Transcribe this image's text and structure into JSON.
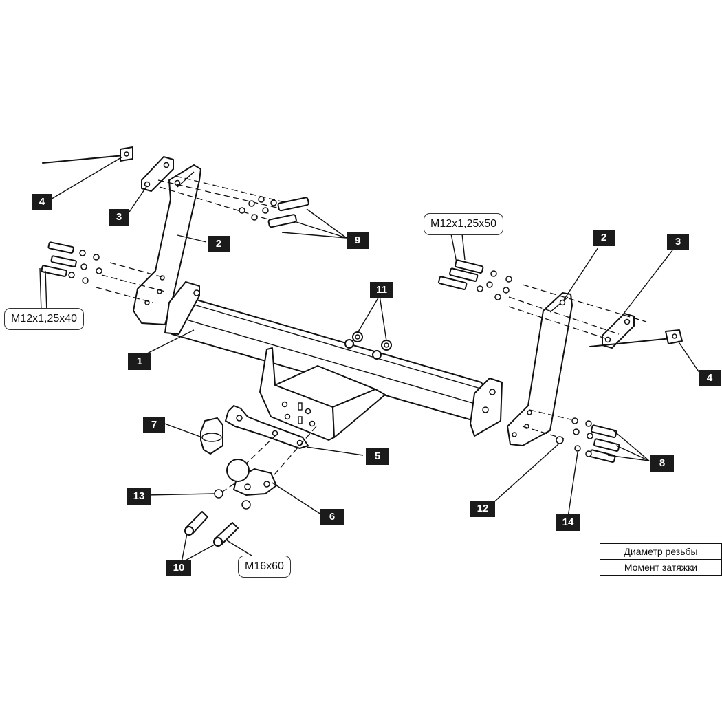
{
  "part_numbers": [
    "1",
    "2",
    "2",
    "3",
    "3",
    "4",
    "4",
    "5",
    "6",
    "7",
    "8",
    "9",
    "10",
    "11",
    "12",
    "13",
    "14"
  ],
  "callouts": {
    "bolt_left": "M12x1,25x40",
    "bolt_right": "M12x1,25x50",
    "bolt_ball": "M16x60"
  },
  "legend": {
    "row1": "Диаметр резьбы",
    "row2": "Момент затяжки"
  }
}
